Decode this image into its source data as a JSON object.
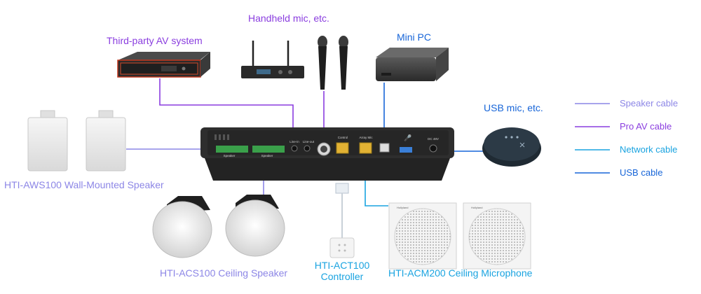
{
  "labels": {
    "handheld_mic": "Handheld mic, etc.",
    "third_party_av": "Third-party AV system",
    "mini_pc": "Mini PC",
    "usb_mic": "USB mic, etc.",
    "wall_speaker": "HTI-AWS100 Wall-Mounted Speaker",
    "ceiling_speaker": "HTI-ACS100 Ceiling Speaker",
    "controller_line1": "HTI-ACT100",
    "controller_line2": "Controller",
    "ceiling_mic": "HTI-ACM200 Ceiling Microphone"
  },
  "device_panel": {
    "speaker_port_left": "Speaker",
    "speaker_port_right": "Speaker",
    "line_in": "Line-in",
    "line_out": "Line-out",
    "control_port": "Control",
    "array_mic_port": "Array Mic",
    "dc_in": "DC 48V"
  },
  "ceiling_mic_brand": "Hollyland",
  "legend": [
    {
      "label": "Speaker cable",
      "color": "#8c86e6"
    },
    {
      "label": "Pro AV cable",
      "color": "#8a3ddf"
    },
    {
      "label": "Network cable",
      "color": "#19a3e0"
    },
    {
      "label": "USB cable",
      "color": "#1765d8"
    }
  ],
  "colors": {
    "speaker_cable": "#8c86e6",
    "proav_cable": "#8a3ddf",
    "network_cable": "#19a3e0",
    "usb_cable": "#1765d8"
  }
}
